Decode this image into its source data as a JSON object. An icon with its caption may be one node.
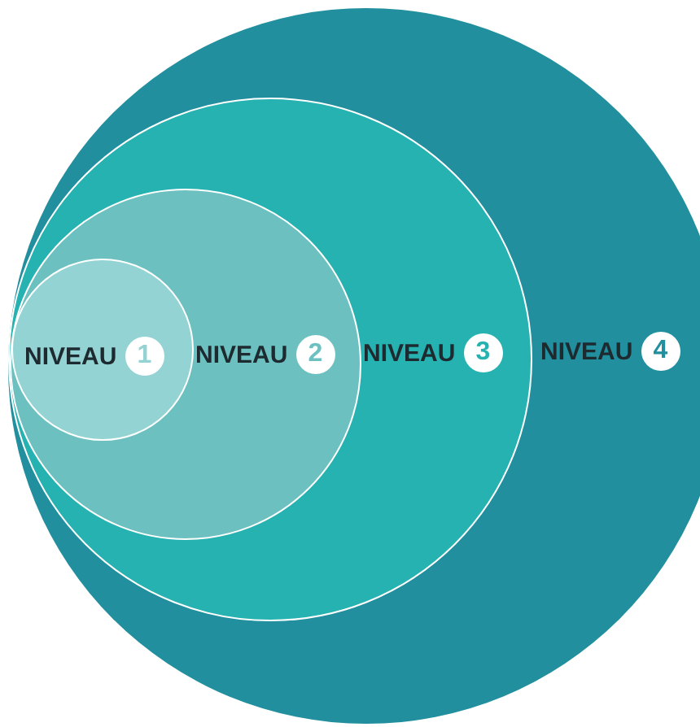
{
  "diagram": {
    "nodes": [
      {
        "text": [
          "NIVEAU",
          "4"
        ]
      },
      {
        "text": [
          "NIVEAU",
          "3"
        ],
        "in": 0
      },
      {
        "text": [
          "NIVEAU",
          "2"
        ],
        "in": 1
      },
      {
        "text": [
          "NIVEAU",
          "1"
        ],
        "in": 2
      }
    ]
  }
}
